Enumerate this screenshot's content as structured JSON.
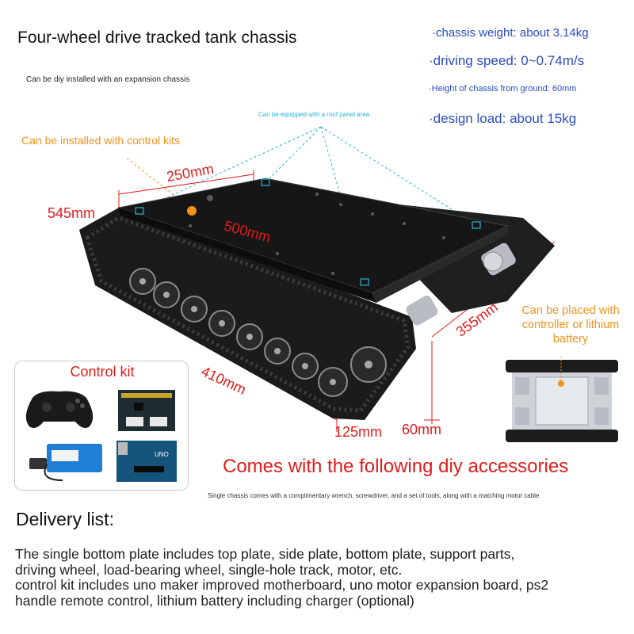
{
  "header": {
    "title": "Four-wheel drive tracked tank chassis",
    "subtitle": "Can be diy installed with an expansion chassis"
  },
  "specs": [
    "·chassis weight: about 3.14kg",
    "·driving speed: 0~0.74m/s",
    "·Height of chassis from ground: 60mm",
    "·design load: about 15kg"
  ],
  "annotations": {
    "roof_panel": "Can be equipped with a roof panel area",
    "control_kits": "Can be installed with control kits",
    "placed": "Can be placed with controller or lithium battery"
  },
  "dimensions": {
    "top_width": "250mm",
    "side": "545mm",
    "length": "500mm",
    "width": "355mm",
    "track_length": "410mm",
    "track_height": "125mm",
    "ground_clearance": "60mm"
  },
  "control_kit": {
    "title": "Control kit",
    "board_label": "UNO"
  },
  "accessories": {
    "title": "Comes with the following diy accessories",
    "note": "Single chassis comes with a complimentary wrench, screwdriver, and a set of tools, along with a matching motor cable"
  },
  "delivery": {
    "title": "Delivery list:",
    "lines": [
      "The single bottom plate includes top plate, side plate, bottom plate, support parts,",
      "driving wheel, load-bearing wheel, single-hole track, motor, etc.",
      "control kit includes uno maker improved motherboard, uno motor expansion board, ps2",
      "handle remote control, lithium battery including charger (optional)"
    ]
  },
  "colors": {
    "spec_blue": "#2a4cc4",
    "dimension_red": "#e21b1b",
    "note_orange": "#f2921d",
    "roof_cyan": "#27b3d4"
  }
}
